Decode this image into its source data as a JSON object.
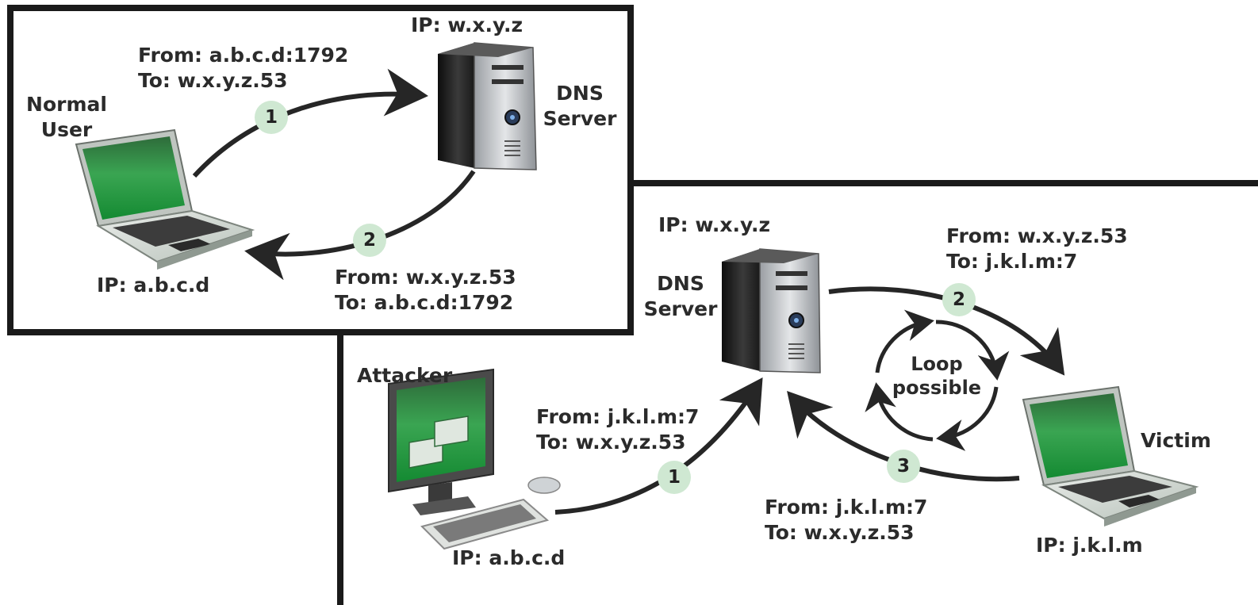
{
  "normal_scenario": {
    "user_label": [
      "Normal",
      "User"
    ],
    "user_ip": "IP: a.b.c.d",
    "server_ip": "IP: w.x.y.z",
    "server_label": [
      "DNS",
      "Server"
    ],
    "request": {
      "step": "1",
      "from": "From: a.b.c.d:1792",
      "to": "To: w.x.y.z.53"
    },
    "response": {
      "step": "2",
      "from": "From: w.x.y.z.53",
      "to": "To: a.b.c.d:1792"
    }
  },
  "attack_scenario": {
    "attacker_label": "Attacker",
    "attacker_ip": "IP: a.b.c.d",
    "server_ip": "IP: w.x.y.z",
    "server_label": [
      "DNS",
      "Server"
    ],
    "victim_label": "Victim",
    "victim_ip": "IP: j.k.l.m",
    "spoofed_request": {
      "step": "1",
      "from": "From: j.k.l.m:7",
      "to": "To: w.x.y.z.53"
    },
    "response_to_victim": {
      "step": "2",
      "from": "From: w.x.y.z.53",
      "to": "To: j.k.l.m:7"
    },
    "victim_reply": {
      "step": "3",
      "from": "From: j.k.l.m:7",
      "to": "To: w.x.y.z.53"
    },
    "loop_label": [
      "Loop",
      "possible"
    ]
  },
  "colors": {
    "frame": "#1a1a1a",
    "arrow": "#262626",
    "badge": "#cfe8d2",
    "screen_green": "#1f9a3e",
    "server_body": "#222222"
  }
}
